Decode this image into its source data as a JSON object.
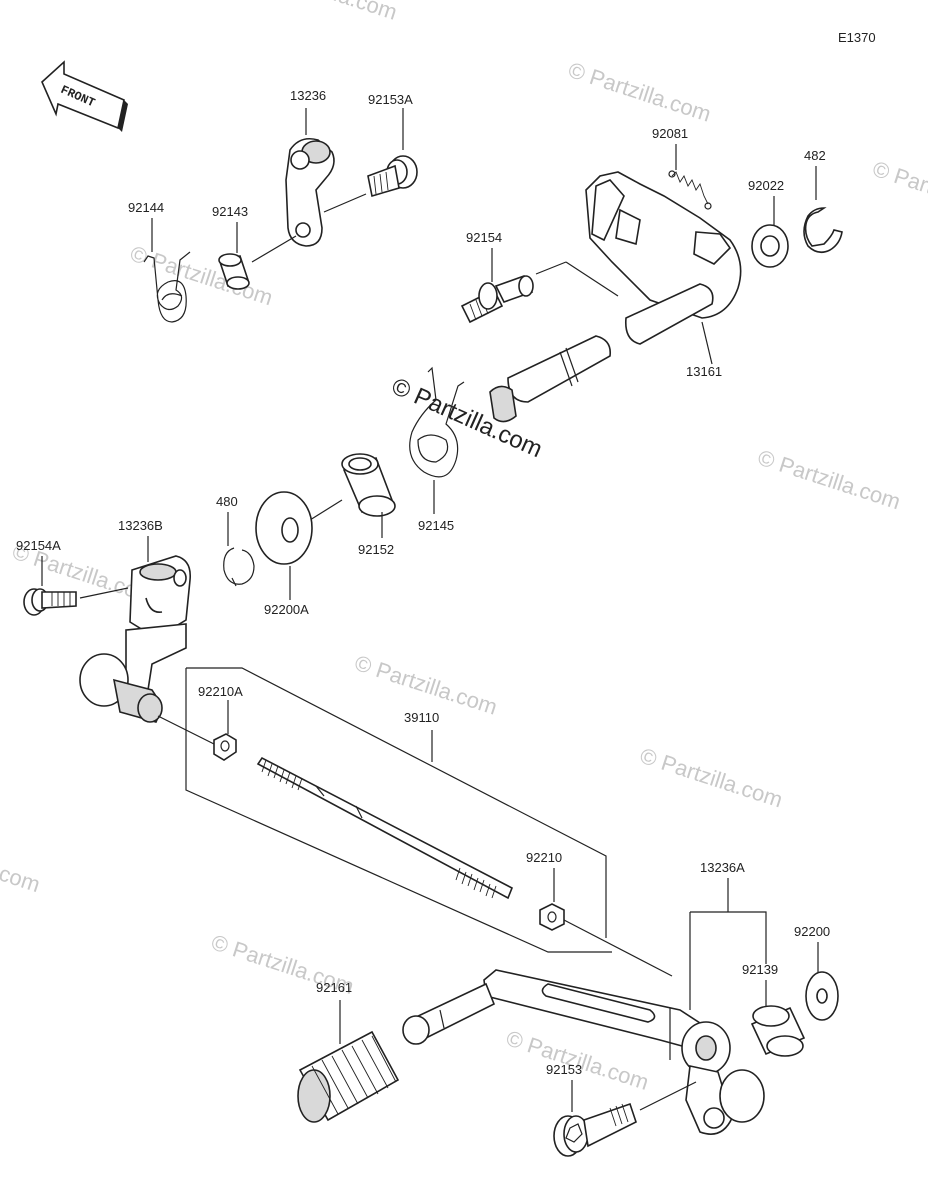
{
  "diagram_code": "E1370",
  "front_label": "FRONT",
  "watermark": "© Partzilla.com",
  "center_watermark": "© Partzilla.com",
  "part_labels": {
    "p13236": "13236",
    "p92153A": "92153A",
    "p92144": "92144",
    "p92143": "92143",
    "p92081": "92081",
    "p482": "482",
    "p92022": "92022",
    "p92154": "92154",
    "p13161": "13161",
    "p480": "480",
    "p13236B": "13236B",
    "p92154A": "92154A",
    "p92152": "92152",
    "p92145": "92145",
    "p92200A": "92200A",
    "p92210A": "92210A",
    "p39110": "39110",
    "p92210": "92210",
    "p13236A": "13236A",
    "p92200": "92200",
    "p92139": "92139",
    "p92161": "92161",
    "p92153": "92153"
  }
}
